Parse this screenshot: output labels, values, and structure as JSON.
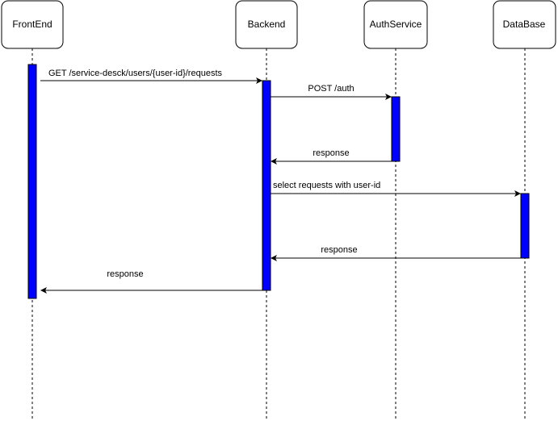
{
  "colors": {
    "activation": "#0000ff",
    "stroke": "#000000",
    "background": "#ffffff"
  },
  "participants": [
    {
      "id": "frontend",
      "label": "FrontEnd"
    },
    {
      "id": "backend",
      "label": "Backend"
    },
    {
      "id": "auth",
      "label": "AuthService"
    },
    {
      "id": "db",
      "label": "DataBase"
    }
  ],
  "messages": [
    {
      "id": "m1",
      "from": "frontend",
      "to": "backend",
      "label": "GET /service-desck/users/{user-id}/requests"
    },
    {
      "id": "m2",
      "from": "backend",
      "to": "auth",
      "label": "POST /auth"
    },
    {
      "id": "m3",
      "from": "auth",
      "to": "backend",
      "label": "response"
    },
    {
      "id": "m4",
      "from": "backend",
      "to": "db",
      "label": "select requests with user-id"
    },
    {
      "id": "m5",
      "from": "db",
      "to": "backend",
      "label": "response"
    },
    {
      "id": "m6",
      "from": "backend",
      "to": "frontend",
      "label": "response"
    }
  ]
}
